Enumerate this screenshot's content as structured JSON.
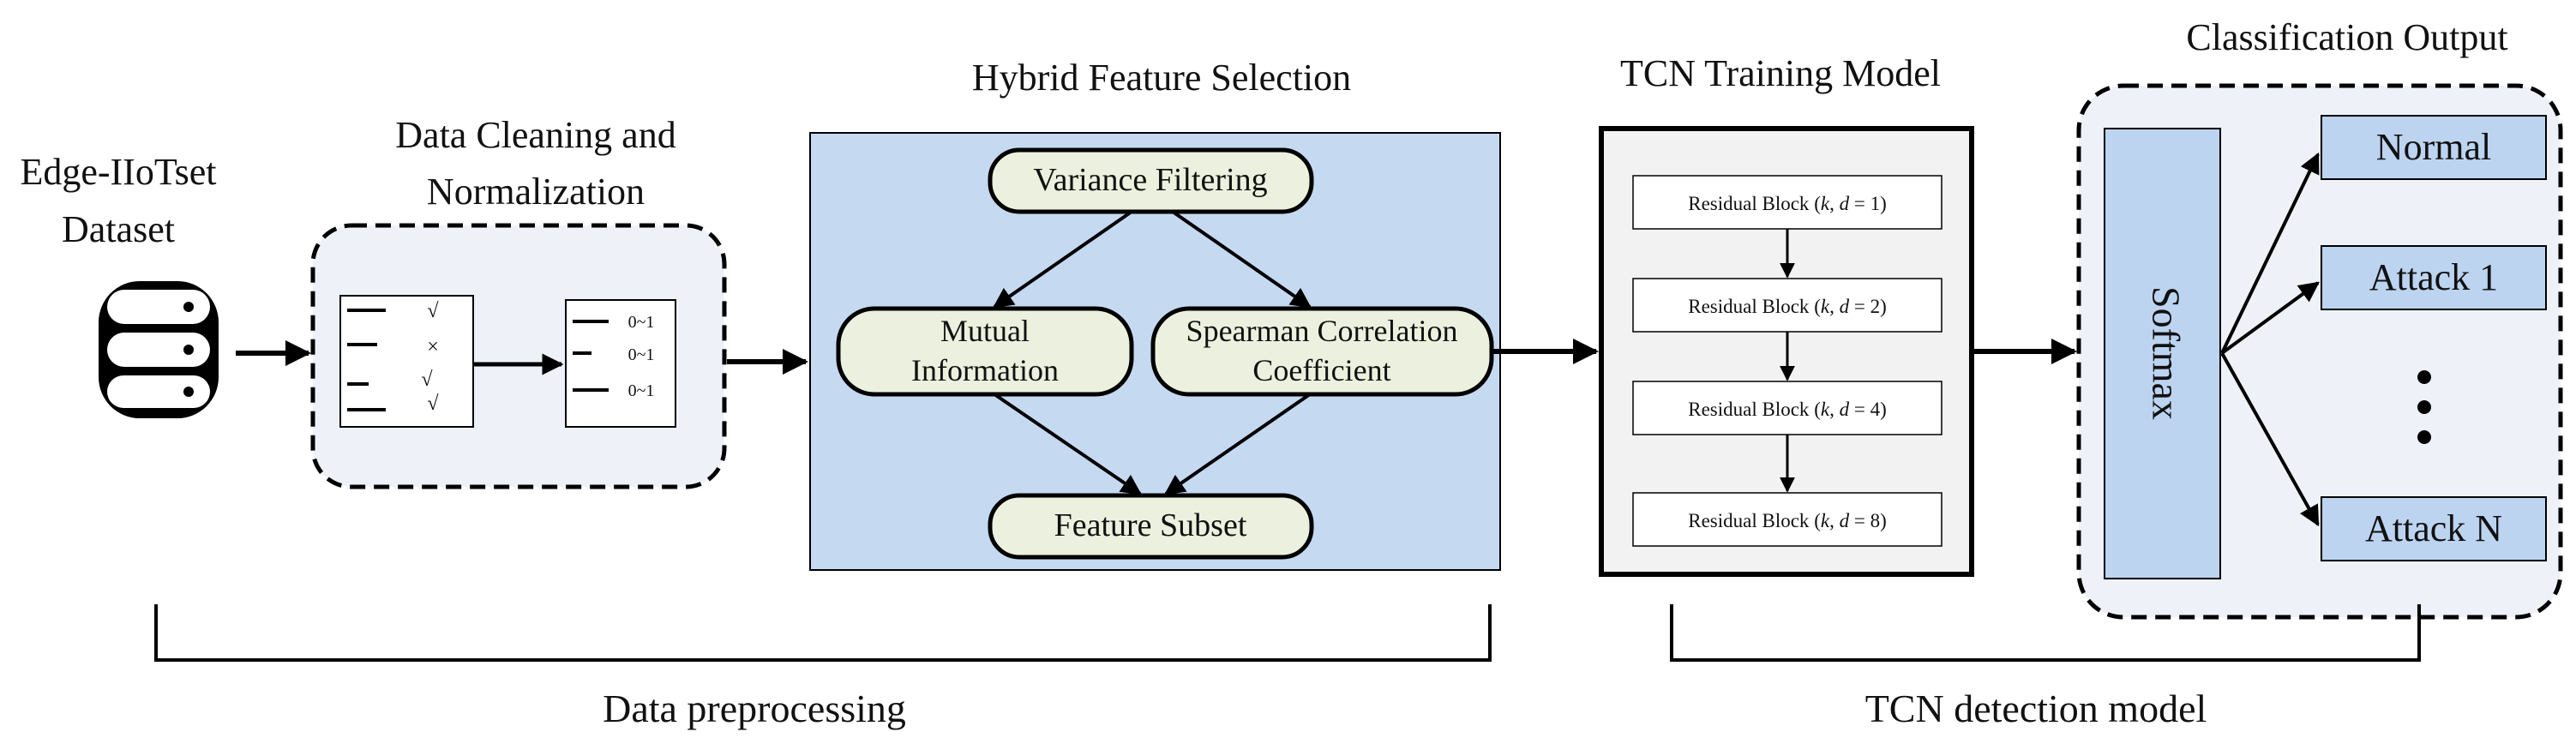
{
  "dataset": {
    "title_line1": "Edge-IIoTset",
    "title_line2": "Dataset",
    "icon": "database-icon"
  },
  "cleaning": {
    "title_line1": "Data Cleaning and",
    "title_line2": "Normalization",
    "left_marks": [
      "√",
      "×",
      "√",
      "√"
    ],
    "right_marks": [
      "0~1",
      "0~1",
      "0~1"
    ]
  },
  "feature_selection": {
    "title": "Hybrid Feature Selection",
    "variance": "Variance Filtering",
    "mutual_line1": "Mutual",
    "mutual_line2": "Information",
    "spearman_line1": "Spearman Correlation",
    "spearman_line2": "Coefficient",
    "subset": "Feature Subset"
  },
  "tcn": {
    "title": "TCN Training Model",
    "blocks": [
      {
        "prefix": "Residual Block",
        "dilation": "1"
      },
      {
        "prefix": "Residual Block",
        "dilation": "2"
      },
      {
        "prefix": "Residual Block",
        "dilation": "4"
      },
      {
        "prefix": "Residual Block",
        "dilation": "8"
      }
    ]
  },
  "output": {
    "title": "Classification Output",
    "softmax": "Softmax",
    "classes": [
      "Normal",
      "Attack 1",
      "Attack N"
    ]
  },
  "groups": {
    "preprocessing": "Data preprocessing",
    "detection": "TCN detection model"
  },
  "colors": {
    "panel_blue": "#c5d9f1",
    "node_green": "#ebf1de",
    "softmax_blue": "#bcd4f0",
    "dashed_bg": "#eef2f8"
  }
}
